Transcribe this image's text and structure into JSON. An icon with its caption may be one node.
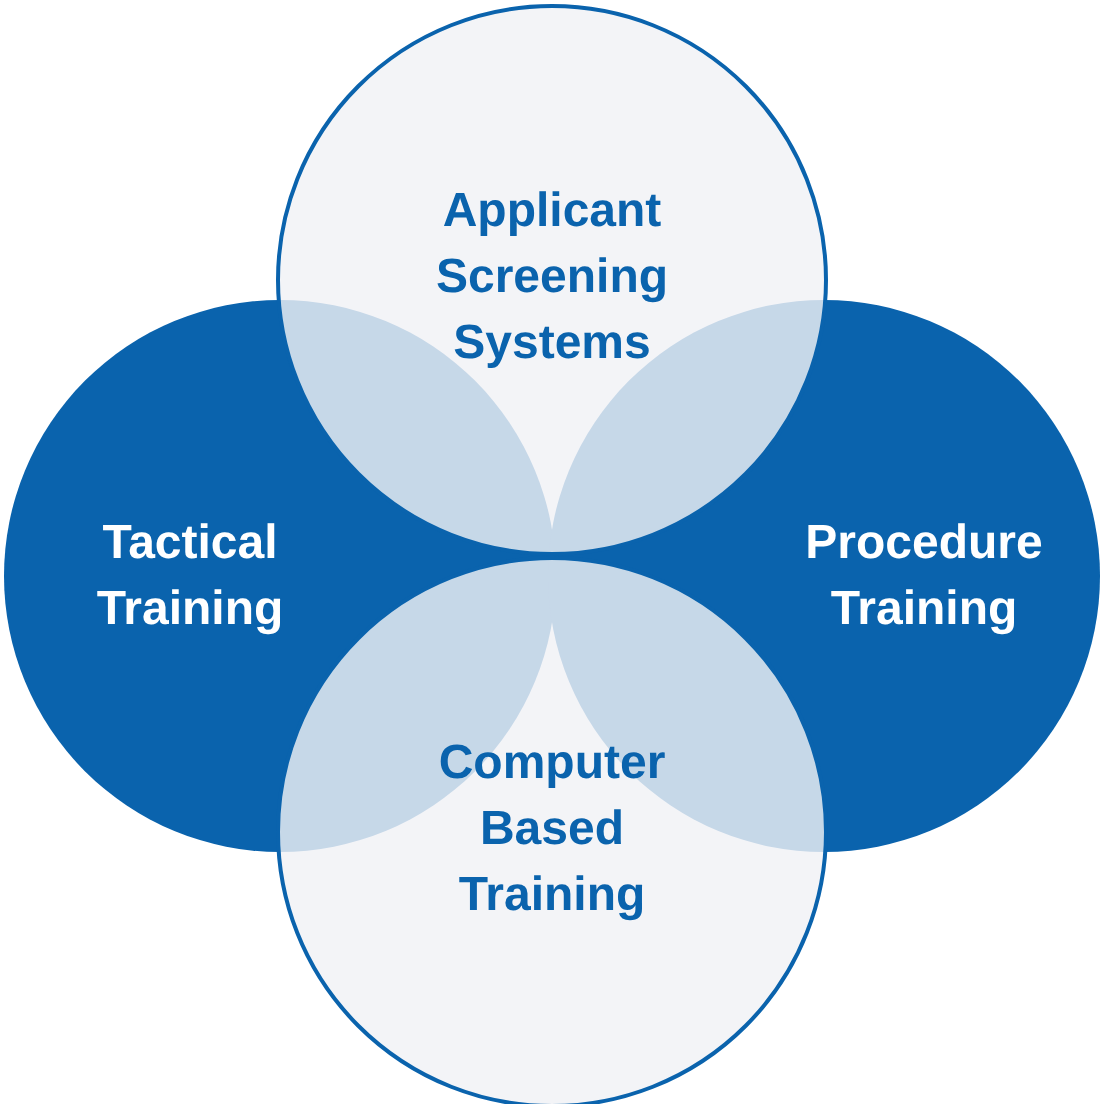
{
  "diagram": {
    "nodes": [
      {
        "text": [
          "Applicant Screening Systems"
        ]
      },
      {
        "text": [
          "Tactical Training"
        ]
      },
      {
        "text": [
          "Procedure Training"
        ]
      },
      {
        "text": [
          "Computer Based Training"
        ]
      }
    ]
  }
}
